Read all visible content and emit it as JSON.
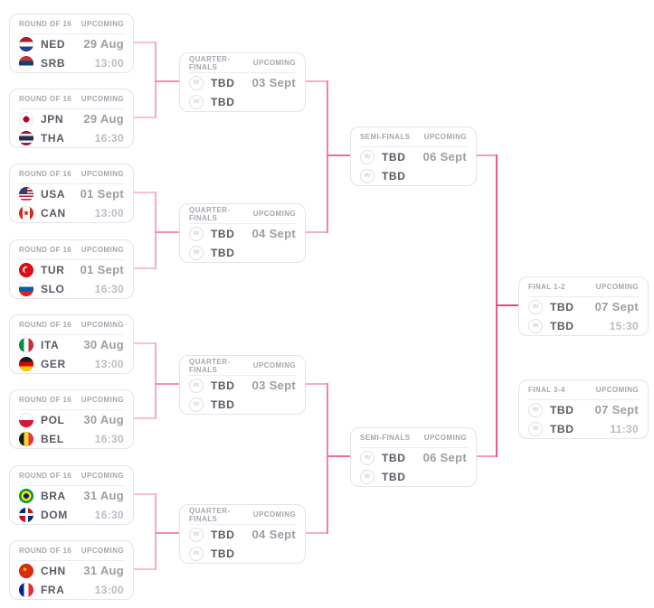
{
  "icons": {
    "tbd_logo_glyph": "W"
  },
  "labels": {
    "round16": "ROUND OF 16",
    "quarterfinals": "QUARTER-FINALS",
    "semifinals": "SEMI-FINALS",
    "final12": "FINAL 1-2",
    "final34": "FINAL 3-4",
    "status_upcoming": "UPCOMING",
    "tbd": "TBD"
  },
  "colors": {
    "card_border": "#e4e4e9",
    "text_team": "#5a5b63",
    "text_muted": "#a6a6ae",
    "connector_light": "#f8c0d3",
    "connector_mid": "#f083a9",
    "connector_strong": "#e8477c"
  },
  "matches": {
    "round_of_16": [
      {
        "status": "UPCOMING",
        "date": "29 Aug",
        "time": "13:00",
        "teams": [
          {
            "code": "NED",
            "country": "ned"
          },
          {
            "code": "SRB",
            "country": "srb"
          }
        ]
      },
      {
        "status": "UPCOMING",
        "date": "29 Aug",
        "time": "16:30",
        "teams": [
          {
            "code": "JPN",
            "country": "jpn"
          },
          {
            "code": "THA",
            "country": "tha"
          }
        ]
      },
      {
        "status": "UPCOMING",
        "date": "01 Sept",
        "time": "13:00",
        "teams": [
          {
            "code": "USA",
            "country": "usa"
          },
          {
            "code": "CAN",
            "country": "can"
          }
        ]
      },
      {
        "status": "UPCOMING",
        "date": "01 Sept",
        "time": "16:30",
        "teams": [
          {
            "code": "TUR",
            "country": "tur"
          },
          {
            "code": "SLO",
            "country": "slo"
          }
        ]
      },
      {
        "status": "UPCOMING",
        "date": "30 Aug",
        "time": "13:00",
        "teams": [
          {
            "code": "ITA",
            "country": "ita"
          },
          {
            "code": "GER",
            "country": "ger"
          }
        ]
      },
      {
        "status": "UPCOMING",
        "date": "30 Aug",
        "time": "16:30",
        "teams": [
          {
            "code": "POL",
            "country": "pol"
          },
          {
            "code": "BEL",
            "country": "bel"
          }
        ]
      },
      {
        "status": "UPCOMING",
        "date": "31 Aug",
        "time": "16:30",
        "teams": [
          {
            "code": "BRA",
            "country": "bra"
          },
          {
            "code": "DOM",
            "country": "dom"
          }
        ]
      },
      {
        "status": "UPCOMING",
        "date": "31 Aug",
        "time": "13:00",
        "teams": [
          {
            "code": "CHN",
            "country": "chn"
          },
          {
            "code": "FRA",
            "country": "fra"
          }
        ]
      }
    ],
    "quarter_finals": [
      {
        "status": "UPCOMING",
        "date": "03 Sept",
        "time": "",
        "teams": [
          {
            "code": "TBD",
            "country": "tbd"
          },
          {
            "code": "TBD",
            "country": "tbd"
          }
        ]
      },
      {
        "status": "UPCOMING",
        "date": "04 Sept",
        "time": "",
        "teams": [
          {
            "code": "TBD",
            "country": "tbd"
          },
          {
            "code": "TBD",
            "country": "tbd"
          }
        ]
      },
      {
        "status": "UPCOMING",
        "date": "03 Sept",
        "time": "",
        "teams": [
          {
            "code": "TBD",
            "country": "tbd"
          },
          {
            "code": "TBD",
            "country": "tbd"
          }
        ]
      },
      {
        "status": "UPCOMING",
        "date": "04 Sept",
        "time": "",
        "teams": [
          {
            "code": "TBD",
            "country": "tbd"
          },
          {
            "code": "TBD",
            "country": "tbd"
          }
        ]
      }
    ],
    "semi_finals": [
      {
        "status": "UPCOMING",
        "date": "06 Sept",
        "time": "",
        "teams": [
          {
            "code": "TBD",
            "country": "tbd"
          },
          {
            "code": "TBD",
            "country": "tbd"
          }
        ]
      },
      {
        "status": "UPCOMING",
        "date": "06 Sept",
        "time": "",
        "teams": [
          {
            "code": "TBD",
            "country": "tbd"
          },
          {
            "code": "TBD",
            "country": "tbd"
          }
        ]
      }
    ],
    "final_1_2": {
      "status": "UPCOMING",
      "date": "07 Sept",
      "time": "15:30",
      "teams": [
        {
          "code": "TBD",
          "country": "tbd"
        },
        {
          "code": "TBD",
          "country": "tbd"
        }
      ]
    },
    "final_3_4": {
      "status": "UPCOMING",
      "date": "07 Sept",
      "time": "11:30",
      "teams": [
        {
          "code": "TBD",
          "country": "tbd"
        },
        {
          "code": "TBD",
          "country": "tbd"
        }
      ]
    }
  }
}
